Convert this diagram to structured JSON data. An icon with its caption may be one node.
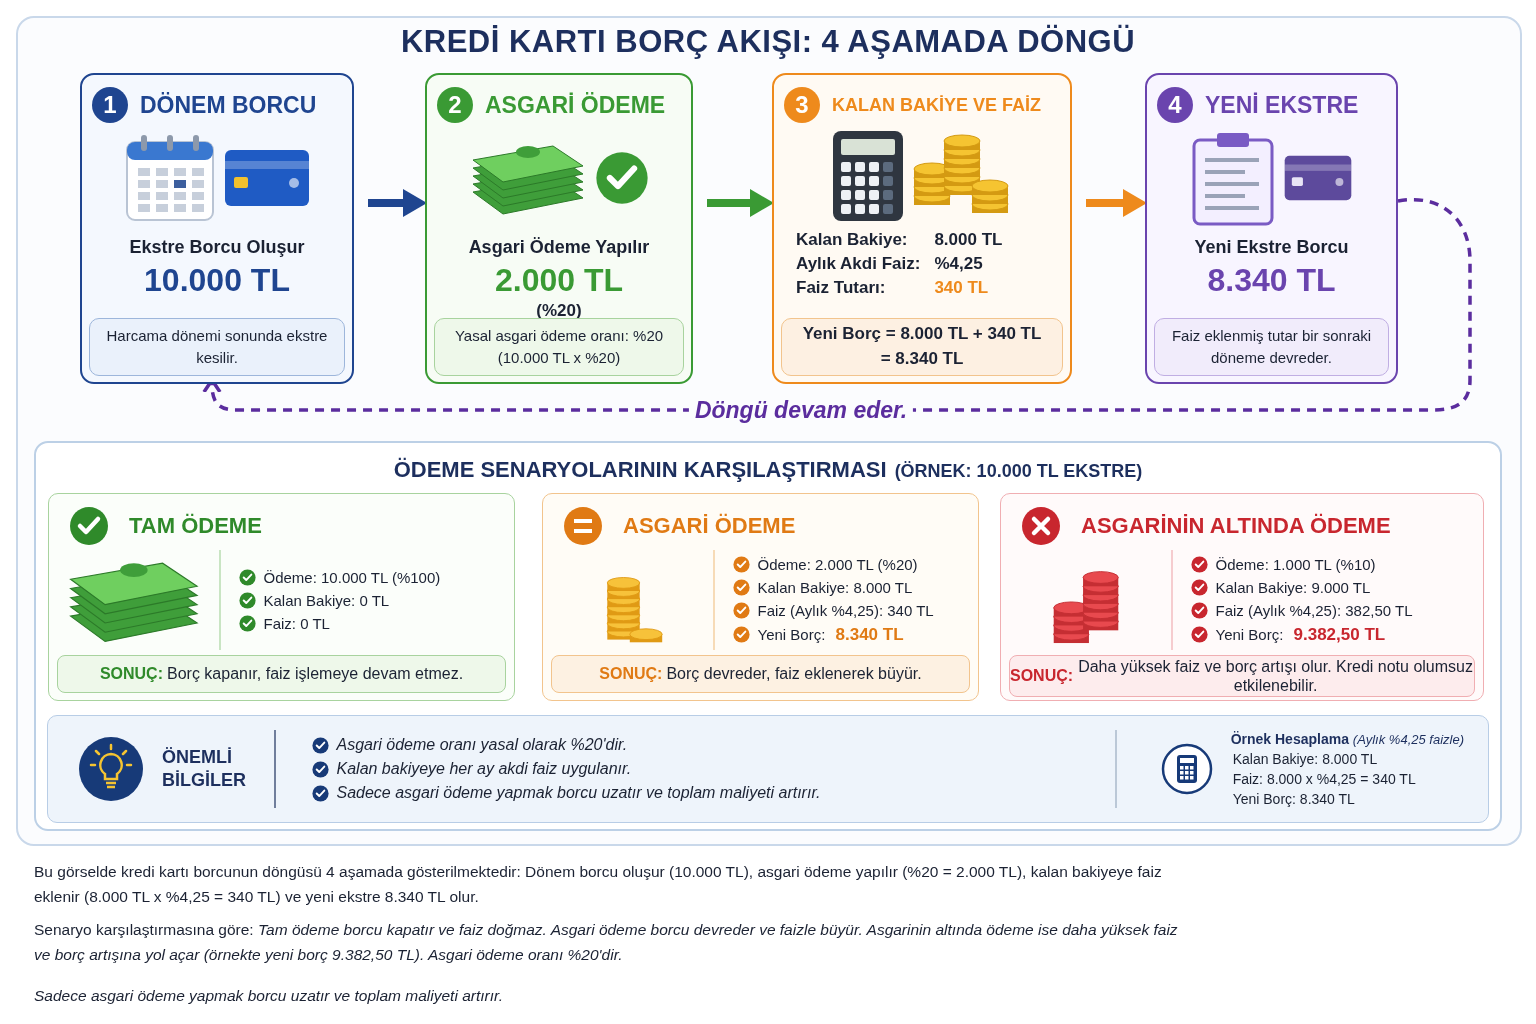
{
  "diagram": {
    "title": "KREDİ KARTI BORÇ AKIŞI: 4 AŞAMADA DÖNGÜ",
    "caption": "Bu görselde kredi kartı borcunun döngüsü 4 aşamada gösterilmektedir: Dönem borcu oluşur (10.000 TL), asgari ödeme yapılır (%20 = 2.000 TL), kalan bakiyeye faiz eklenir (8.000 TL x %4,25 = 340 TL) ve yeni ekstre 8.340 TL olur.",
    "nodes": [
      {
        "text": [
          "1",
          "DÖNEM BORCU",
          "Ekstre Borcu Oluşur",
          "10.000 TL"
        ]
      },
      {
        "text": [
          "Harcama dönemi sonunda ekstre kesilir."
        ],
        "in": 0
      },
      {
        "text": [
          "2",
          "ASGARİ ÖDEME",
          "Asgari Ödeme Yapılır",
          "2.000 TL",
          "(%20)"
        ]
      },
      {
        "text": [
          "Yasal asgari ödeme oranı: %20 (10.000 TL x %20)"
        ],
        "in": 2
      },
      {
        "text": [
          "3",
          "KALAN BAKİYE VE FAİZ",
          "Kalan Bakiye:",
          "8.000 TL",
          "Aylık Akdi Faiz:",
          "%4,25",
          "Faiz Tutarı:",
          "340 TL"
        ]
      },
      {
        "text": [
          "Yeni Borç = 8.000 TL + 340 TL = 8.340 TL"
        ],
        "in": 4
      },
      {
        "text": [
          "4",
          "YENİ EKSTRE",
          "Yeni Ekstre Borcu",
          "8.340 TL"
        ]
      },
      {
        "text": [
          "Faiz eklenmiş tutar bir sonraki döneme devreder."
        ],
        "in": 6
      },
      {
        "text": [
          "ÖDEME SENARYOLARININ KARŞILAŞTIRMASI",
          "(ÖRNEK: 10.000 TL EKSTRE)"
        ]
      },
      {
        "text": [
          "TAM ÖDEME",
          "Ödeme: 10.000 TL (%100)",
          "Kalan Bakiye: 0 TL",
          "Faiz: 0 TL"
        ],
        "in": 8
      },
      {
        "text": [
          "**SONUÇ:** Borç kapanır, faiz işlemeye devam etmez."
        ],
        "in": 9
      },
      {
        "text": [
          "ASGARİ ÖDEME",
          "Ödeme: 2.000 TL (%20)",
          "Kalan Bakiye: 8.000 TL",
          "Faiz (Aylık %4,25): 340 TL",
          "Yeni Borç: **8.340 TL**"
        ],
        "in": 8
      },
      {
        "text": [
          "**SONUÇ:** Borç devreder, faiz eklenerek büyür."
        ],
        "in": 11
      },
      {
        "text": [
          "ASGARİNİN ALTINDA ÖDEME",
          "Ödeme: 1.000 TL (%10)",
          "Kalan Bakiye: 9.000 TL",
          "Faiz (Aylık %4,25): 382,50 TL",
          "Yeni Borç: **9.382,50 TL**"
        ],
        "in": 8
      },
      {
        "text": [
          "**SONUÇ:** Daha yüksek faiz ve borç artışı olur. Kredi notu olumsuz etkilenebilir."
        ],
        "in": 13
      },
      {
        "text": [
          "ÖNEMLİ BİLGİLER",
          "Asgari ödeme oranı yasal olarak %20'dir.",
          "Kalan bakiyeye her ay akdi faiz uygulanır.",
          "Sadece asgari ödeme yapmak borcu uzatır ve toplam maliyeti artırır.",
          "**Örnek Hesaplama** *(Aylık %4,25 faizle)*",
          "Kalan Bakiye: 8.000 TL",
          "Faiz: 8.000 x %4,25 = 340 TL",
          "Yeni Borç: 8.340 TL"
        ],
        "in": 8
      }
    ],
    "edges": [
      {
        "from": 0,
        "to": 2,
        "arrow": "to",
        "color": "#1f4590"
      },
      {
        "from": 2,
        "to": 4,
        "arrow": "to",
        "color": "#3a9a34"
      },
      {
        "from": 4,
        "to": 6,
        "arrow": "to",
        "color": "#ee8a1c"
      },
      {
        "from": 6,
        "to": 0,
        "arrow": "to",
        "style": "dashed",
        "color": "#5b2d9e",
        "label": "Döngü devam eder."
      }
    ],
    "labels": [
      "Senaryo karşılaştırmasına göre: *Tam ödeme borcu kapatır ve faiz doğmaz. Asgari ödeme borcu devreder ve faizle büyür. Asgarinin altında ödeme ise daha yüksek faiz ve borç artışına yol açar (örnekte yeni borç 9.382,50 TL). Asgari ödeme oranı %20'dir.*",
      "Sadece asgari ödeme yapmak borcu uzatır ve toplam maliyeti artırır."
    ]
  }
}
